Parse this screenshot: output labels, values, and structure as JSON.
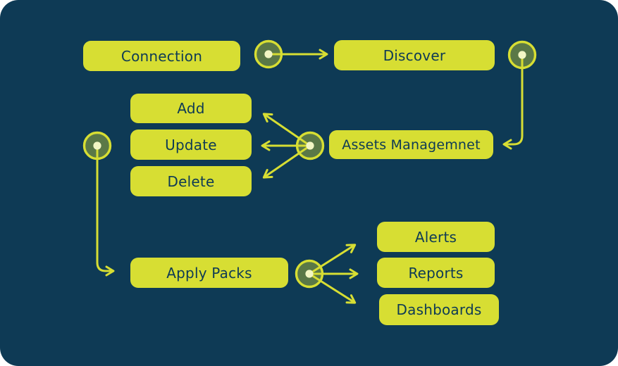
{
  "boxes": {
    "connection": "Connection",
    "discover": "Discover",
    "add": "Add",
    "update": "Update",
    "delete": "Delete",
    "assets_management": "Assets Managemnet",
    "apply_packs": "Apply Packs",
    "alerts": "Alerts",
    "reports": "Reports",
    "dashboards": "Dashboards"
  },
  "edges": [
    {
      "from": "Connection",
      "to": "Discover"
    },
    {
      "from": "Discover",
      "to": "Assets Managemnet"
    },
    {
      "from": "Assets Managemnet",
      "to": "Add"
    },
    {
      "from": "Assets Managemnet",
      "to": "Update"
    },
    {
      "from": "Assets Managemnet",
      "to": "Delete"
    },
    {
      "from": "Add/Update/Delete group",
      "to": "Apply Packs"
    },
    {
      "from": "Apply Packs",
      "to": "Alerts"
    },
    {
      "from": "Apply Packs",
      "to": "Reports"
    },
    {
      "from": "Apply Packs",
      "to": "Dashboards"
    }
  ],
  "colors": {
    "page": "#ffffff",
    "background": "#0e3a55",
    "box_fill": "#d7de33",
    "box_text": "#0e3a55",
    "connector": "#d7de33",
    "dot_ring": "#d7de33",
    "dot_fill": "rgba(215,222,51,0.38)",
    "dot_core": "#f2f6c4"
  }
}
